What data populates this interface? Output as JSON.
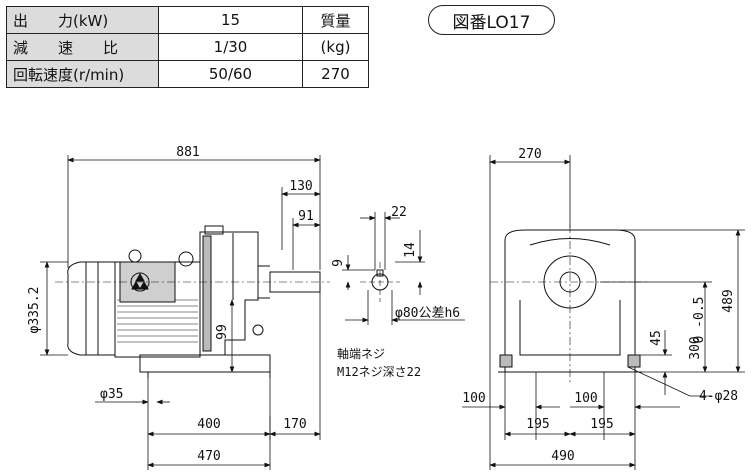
{
  "spec_table": {
    "rows": [
      {
        "label": "出　　力(kW)",
        "value": "15",
        "extra": "質量"
      },
      {
        "label": "減　　速　　比",
        "value": "1/30",
        "extra": "(kg)"
      },
      {
        "label": "回転速度(r/min)",
        "value": "50/60",
        "extra": "270"
      }
    ]
  },
  "drawing_number": "図番LO17",
  "dims": {
    "overall_length": "881",
    "d130": "130",
    "d91": "91",
    "d22": "22",
    "d9": "9",
    "d14": "14",
    "shaft_dia": "φ80公差h6",
    "motor_dia": "φ335.2",
    "d99": "99",
    "d35": "φ35",
    "d400": "400",
    "d170": "170",
    "d470": "470",
    "end_tap_1": "軸端ネジ",
    "end_tap_2": "M12ネジ深さ22",
    "front_width": "270",
    "d489": "489",
    "tol": "0 -0.5",
    "d300": "300",
    "d45": "45",
    "d100a": "100",
    "d100b": "100",
    "d195a": "195",
    "d195b": "195",
    "d490": "490",
    "holes": "4-φ28"
  },
  "colors": {
    "line": "#111111",
    "header_bg": "#dcdcdc",
    "shade": "#8a8a8a"
  }
}
